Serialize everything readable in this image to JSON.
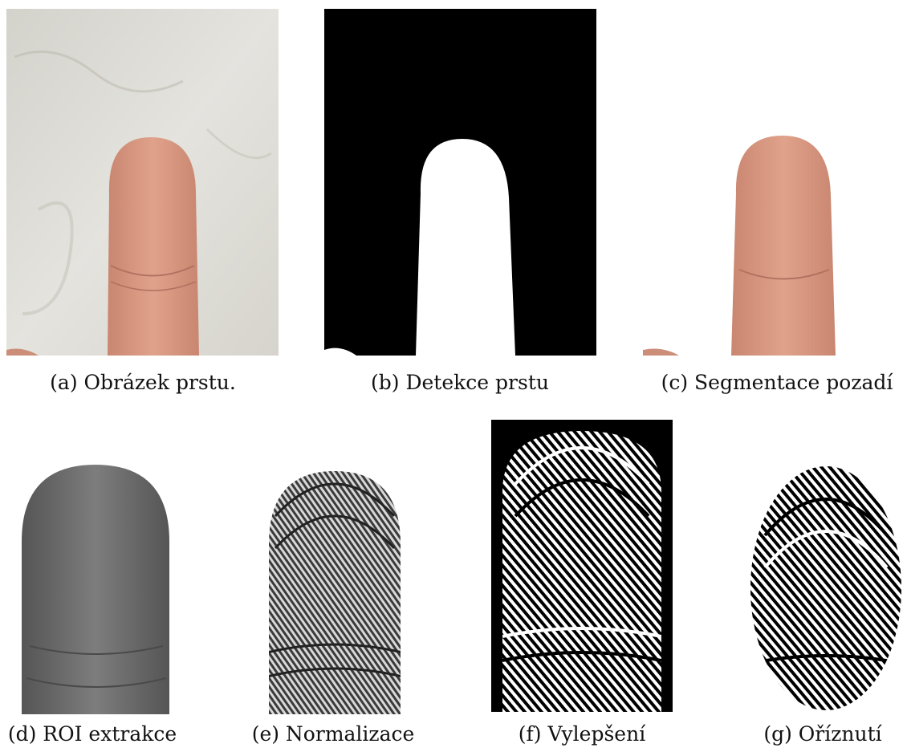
{
  "figure": {
    "panels": [
      {
        "id": "a",
        "caption": "(a) Obrázek prstu."
      },
      {
        "id": "b",
        "caption": "(b) Detekce prstu"
      },
      {
        "id": "c",
        "caption": "(c) Segmentace pozadí"
      },
      {
        "id": "d",
        "caption": "(d) ROI extrakce"
      },
      {
        "id": "e",
        "caption": "(e) Normalizace"
      },
      {
        "id": "f",
        "caption": "(f) Vylepšení"
      },
      {
        "id": "g",
        "caption": "(g) Oříznutí"
      }
    ],
    "colors": {
      "skin": "#d99a84",
      "skin_dark": "#c47f6c",
      "marble": "#d9d8d2",
      "mask_bg": "#000000",
      "mask_fg": "#ffffff",
      "gray_finger": "#6d6d6d"
    }
  }
}
